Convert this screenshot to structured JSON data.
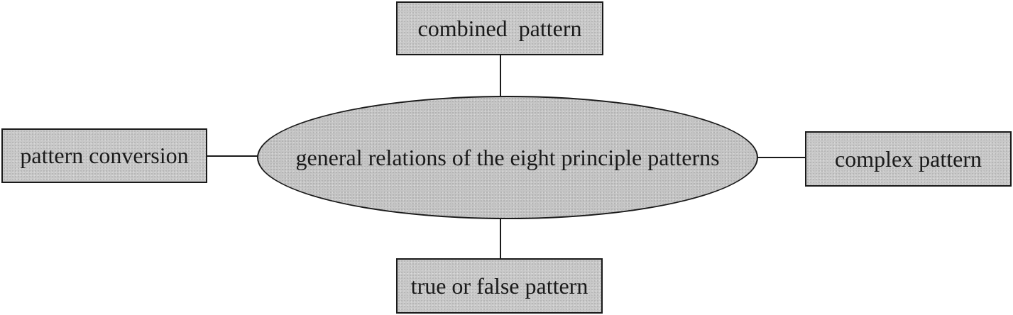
{
  "diagram": {
    "center": "general relations of the eight principle patterns",
    "top": "combined  pattern",
    "left": "pattern conversion",
    "right": "complex pattern",
    "bottom": "true or false pattern"
  },
  "colors": {
    "box_fill": "#c8c8c8",
    "ellipse_fill": "#c4c4c4",
    "stroke": "#1a1a1a"
  }
}
